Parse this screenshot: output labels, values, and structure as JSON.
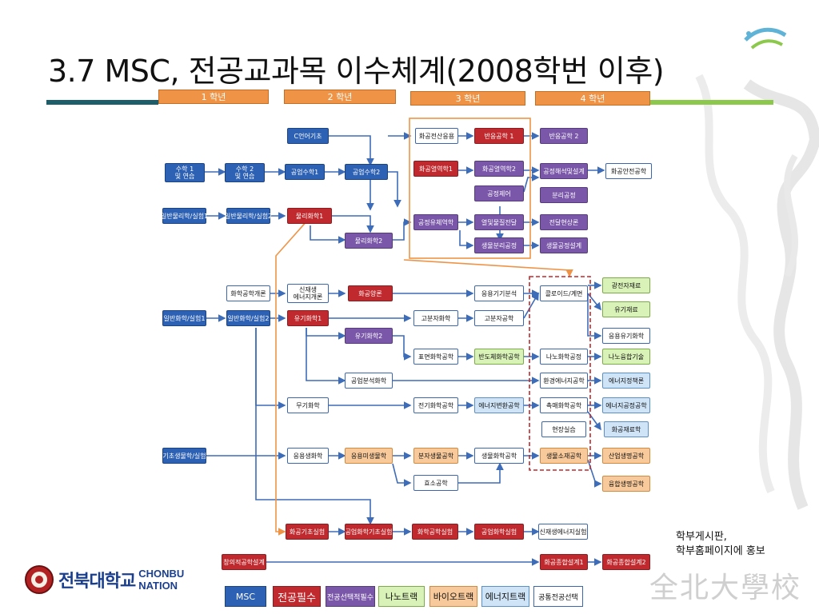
{
  "title": "3.7 MSC, 전공교과목 이수체계(2008학번 이후)",
  "years": [
    "1 학년",
    "2 학년",
    "3 학년",
    "4 학년"
  ],
  "boxes": {
    "c_lang": "C언어기초",
    "calc1": "수학 1\n및 연습",
    "calc2": "수학 2\n및 연습",
    "engmath1": "공업수학1",
    "engmath2": "공업수학2",
    "genphys1": "일반물리학/실험1",
    "genphys2": "일반물리학/실험2",
    "physchem1": "물리화학1",
    "physchem2": "물리화학2",
    "chemeng_app": "화공전산응용",
    "reaction1": "반응공학 1",
    "reaction2": "반응공학 2",
    "thermo1": "화공열역학1",
    "thermo2": "화공열역학2",
    "process_design": "공정해석및설계",
    "chem_safety": "화공안전공학",
    "process_control": "공정제어",
    "separation": "분리공정",
    "transport": "공정유체역학",
    "heat_mass": "열및물질전달",
    "transfer_unit": "전달현상론",
    "bio_sep": "생물분리공정",
    "bio_process": "생물공정설계",
    "intro_chemeng": "화학공학개론",
    "new_energy": "신재생\n에너지개론",
    "chem_eng_intro2": "화공양론",
    "mat_eng": "응용기기분석",
    "colloid": "콜로이드/계면",
    "display_mat": "광전자재료",
    "organic_mat": "유기재료",
    "genchem1": "일반화학/실험1",
    "genchem2": "일반화학/실험2",
    "orgchem1": "유기화학1",
    "orgchem2": "유기화학2",
    "polymer_chem": "고분자화학",
    "polymer_eng": "고분자공학",
    "applied_org": "응용유기화학",
    "surface": "표면화학공학",
    "semicon": "반도체화학공학",
    "nano_eng": "나노화학공정",
    "nano_tech": "나노융합기술",
    "anal_chem": "공업분석화학",
    "env_energy": "환경에너지공학",
    "energy_policy": "에너지정책론",
    "inorg": "무기화학",
    "electrochem": "전기화학공학",
    "energy_conv": "에너지변환공학",
    "catalysis": "촉매화학공학",
    "energy_process": "에너지공정공학",
    "field": "현장실습",
    "chem_mat": "화공재료학",
    "bio_lab": "기초생물학/실험",
    "biochem": "응용생화학",
    "micro": "응용미생물학",
    "mol_bio": "분자생물공학",
    "bio_chem_eng": "생물화학공학",
    "bio_material": "생물소재공학",
    "industrial_bio": "산업생명공학",
    "enzyme": "효소공학",
    "integrated_bio": "융합생명공학",
    "lab_basic": "화공기초실험",
    "lab_eng": "공업화학기초실험",
    "lab_chem": "화학공학실험",
    "lab_ind": "공업화학실험",
    "lab_energy": "신재생에너지실험",
    "creative_design": "창의적공학설계",
    "capstone1": "화공종합설계1",
    "capstone2": "화공종합설계2"
  },
  "legend": [
    "MSC",
    "전공필수",
    "전공선택적필수",
    "나노트랙",
    "바이오트랙",
    "에너지트랙",
    "공통전공선택"
  ],
  "note": [
    "학부게시판,",
    "학부홈페이지에 홍보"
  ],
  "logo": {
    "name_ko": "전북대학교",
    "name_en_1": "CHONBU",
    "name_en_2": "NATION"
  },
  "watermark": "全北大學校",
  "colors": {
    "msc": "#2d61b4",
    "required": "#c0292d",
    "selective": "#7a57a8",
    "nano": "#d9f2b8",
    "bio": "#f8c99a",
    "energy": "#cfe4f7",
    "common": "#ffffff"
  }
}
